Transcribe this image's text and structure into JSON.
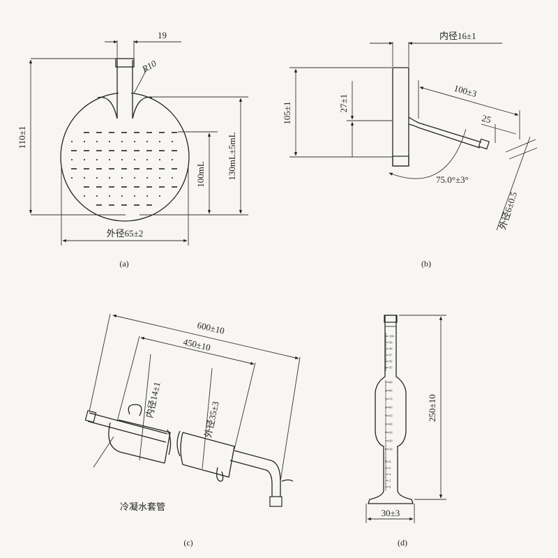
{
  "panel_a": {
    "caption": "(a)",
    "neck_width": "19",
    "neck_radius": "R10",
    "height": "110±1",
    "liquid_volume": "100mL",
    "total_volume": "130mL±5mL",
    "outer_diameter": "外径65±2"
  },
  "panel_b": {
    "caption": "(b)",
    "inner_diameter": "内径16±1",
    "tube_length": "100±3",
    "branch_height": "27±1",
    "total_height": "105±1",
    "tip_length": "25",
    "angle": "75.0°±3°",
    "outer_diameter": "外径6±0.5"
  },
  "panel_c": {
    "caption": "(c)",
    "total_length": "600±10",
    "jacket_length": "450±10",
    "inner_diameter": "内径14±1",
    "outer_diameter": "外径35±3",
    "jacket_label": "冷凝水套管"
  },
  "panel_d": {
    "caption": "(d)",
    "height": "250±10",
    "base_width": "30±3",
    "scale_upper": [
      "100",
      "99",
      "98",
      "97",
      "96",
      "95"
    ],
    "scale_main": [
      "90",
      "80",
      "70",
      "60",
      "50",
      "40",
      "30",
      "20",
      "10"
    ],
    "scale_lower": [
      "8",
      "6",
      "4",
      "2",
      "0"
    ]
  }
}
